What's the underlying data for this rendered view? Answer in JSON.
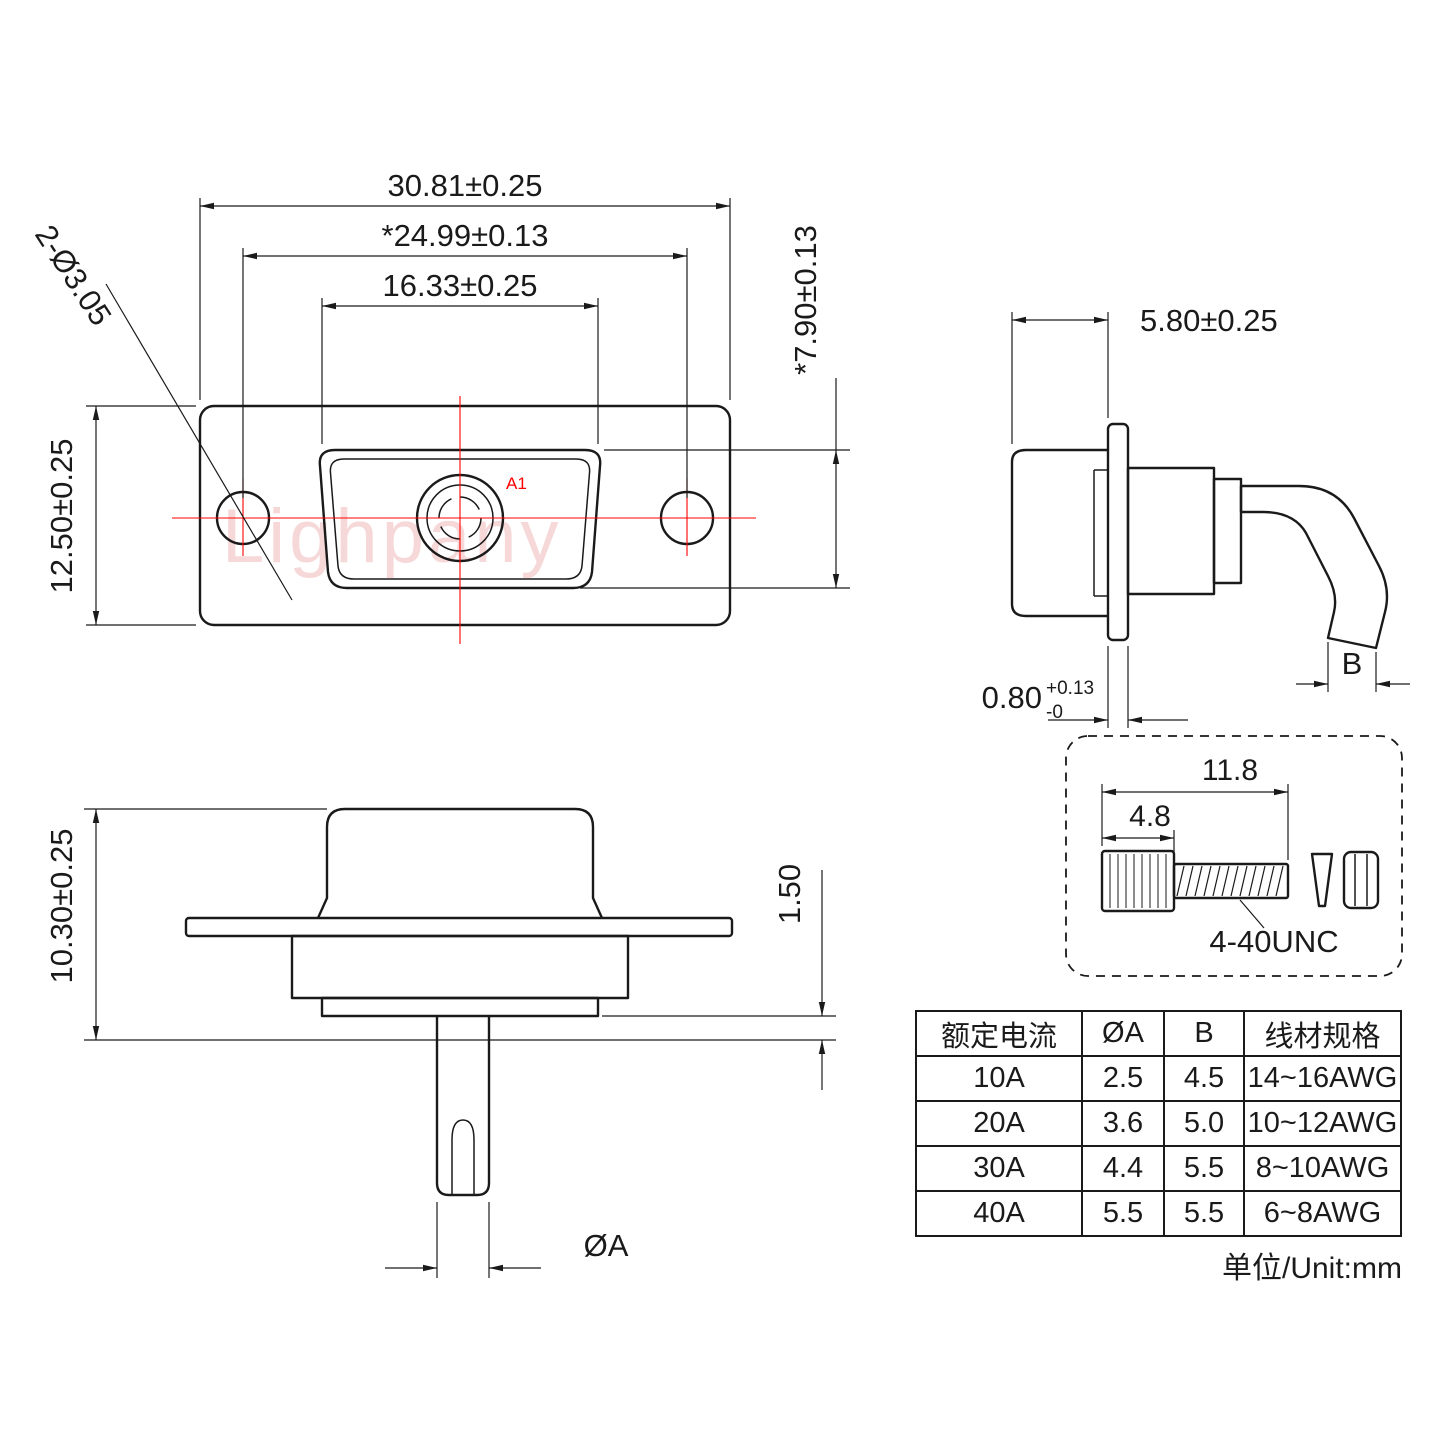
{
  "drawing": {
    "watermark": "Lighpany",
    "front_view": {
      "dim_overall_width": "30.81±0.25",
      "dim_hole_spacing": "*24.99±0.13",
      "dim_cutout_width": "16.33±0.25",
      "dim_mounting_holes": "2-Ø3.05",
      "dim_flange_height": "12.50±0.25",
      "dim_cutout_height": "*7.90±0.13",
      "contact_label": "A1"
    },
    "side_view": {
      "dim_shell_depth": "5.80±0.25",
      "dim_flange_thickness": "0.80",
      "dim_flange_thickness_tol_upper": "+0.13",
      "dim_flange_thickness_tol_lower": "-0",
      "dim_cable_label": "B"
    },
    "rear_view": {
      "dim_overall_height": "10.30±0.25",
      "dim_shoulder": "1.50",
      "dim_wire_label": "ØA"
    },
    "screw_detail": {
      "dim_overall_length": "11.8",
      "dim_head_length": "4.8",
      "thread_spec": "4-40UNC"
    }
  },
  "table": {
    "headers": [
      "额定电流",
      "ØA",
      "B",
      "线材规格"
    ],
    "rows": [
      [
        "10A",
        "2.5",
        "4.5",
        "14~16AWG"
      ],
      [
        "20A",
        "3.6",
        "5.0",
        "10~12AWG"
      ],
      [
        "30A",
        "4.4",
        "5.5",
        "8~10AWG"
      ],
      [
        "40A",
        "5.5",
        "5.5",
        "6~8AWG"
      ]
    ],
    "unit_note": "单位/Unit:mm"
  },
  "colors": {
    "line": "#1a1a1a",
    "centerline": "#ff0000",
    "accent": "#ff0000",
    "watermark": "#efb9b9"
  }
}
